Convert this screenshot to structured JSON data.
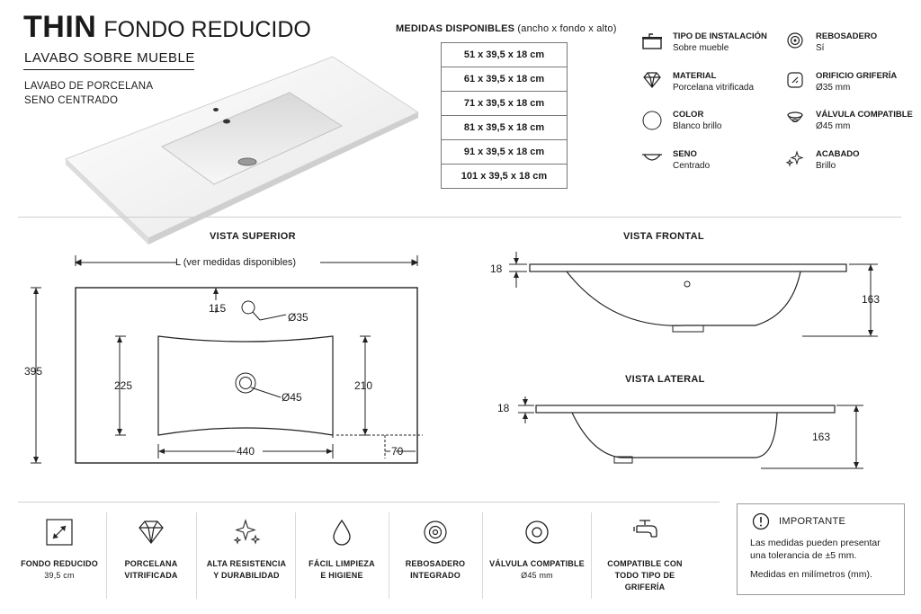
{
  "header": {
    "title": "THIN",
    "title_suffix": "FONDO REDUCIDO",
    "subtitle": "LAVABO SOBRE MUEBLE",
    "line1": "LAVABO DE PORCELANA",
    "line2": "SENO CENTRADO"
  },
  "measures": {
    "title": "MEDIDAS DISPONIBLES",
    "title_note": "(ancho x fondo x alto)",
    "rows": [
      "51 x 39,5 x 18 cm",
      "61 x 39,5 x 18 cm",
      "71 x 39,5 x 18 cm",
      "81 x 39,5 x 18 cm",
      "91 x 39,5 x 18 cm",
      "101 x 39,5 x 18 cm"
    ]
  },
  "specs": [
    {
      "label": "TIPO DE INSTALACIÓN",
      "value": "Sobre mueble",
      "icon": "cabinet-icon"
    },
    {
      "label": "REBOSADERO",
      "value": "Sí",
      "icon": "overflow-icon"
    },
    {
      "label": "MATERIAL",
      "value": "Porcelana vitrificada",
      "icon": "diamond-icon"
    },
    {
      "label": "ORIFICIO GRIFERÍA",
      "value": "Ø35 mm",
      "icon": "faucet-hole-icon"
    },
    {
      "label": "COLOR",
      "value": "Blanco brillo",
      "icon": "circle-icon"
    },
    {
      "label": "VÁLVULA COMPATIBLE",
      "value": "Ø45 mm",
      "icon": "valve-icon"
    },
    {
      "label": "SENO",
      "value": "Centrado",
      "icon": "basin-icon"
    },
    {
      "label": "ACABADO",
      "value": "Brillo",
      "icon": "sparkle-icon"
    }
  ],
  "views": {
    "top": "VISTA SUPERIOR",
    "front": "VISTA FRONTAL",
    "side": "VISTA LATERAL"
  },
  "dims": {
    "length": "L (ver medidas disponibles)",
    "d395": "395",
    "d115": "115",
    "d35": "Ø35",
    "d225": "225",
    "d210": "210",
    "d45": "Ø45",
    "d440": "440",
    "d70": "70",
    "front18": "18",
    "front163": "163",
    "side18": "18",
    "side163": "163"
  },
  "features": [
    {
      "line1": "FONDO REDUCIDO",
      "line2": "39,5 cm",
      "icon": "reduced-depth-icon"
    },
    {
      "line1": "PORCELANA",
      "line2": "VITRIFICADA",
      "icon": "diamond-icon"
    },
    {
      "line1": "ALTA RESISTENCIA",
      "line2": "Y DURABILIDAD",
      "icon": "sparkle-icon"
    },
    {
      "line1": "FÁCIL LIMPIEZA",
      "line2": "E HIGIENE",
      "icon": "drop-icon"
    },
    {
      "line1": "REBOSADERO",
      "line2": "INTEGRADO",
      "icon": "overflow-icon"
    },
    {
      "line1": "VÁLVULA COMPATIBLE",
      "line2": "Ø45 mm",
      "icon": "valve-icon"
    },
    {
      "line1": "COMPATIBLE CON",
      "line2": "TODO TIPO DE GRIFERÍA",
      "icon": "faucet-icon"
    }
  ],
  "important": {
    "title": "IMPORTANTE",
    "text1": "Las medidas pueden presentar una tolerancia de ±5 mm.",
    "text2": "Medidas en milímetros (mm)."
  }
}
